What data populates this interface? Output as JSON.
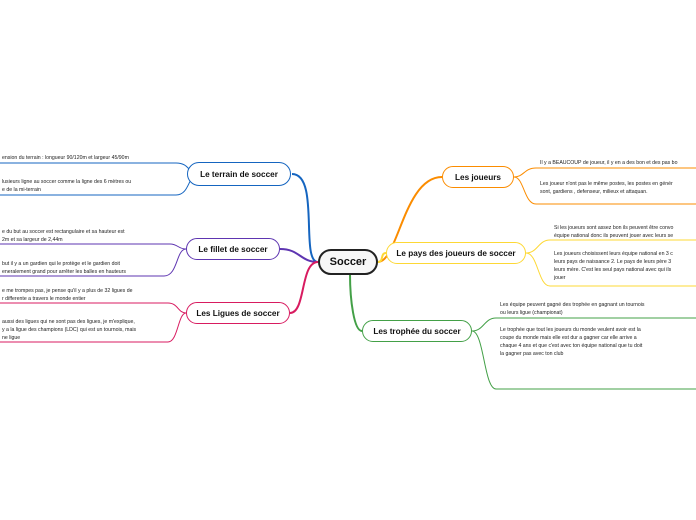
{
  "root": {
    "label": "Soccer"
  },
  "branches": {
    "terrain": {
      "label": "Le terrain de soccer",
      "color": "#1565c0",
      "notes": [
        [
          "ension du terrain : longueur 90/120m et largeur 45/90m"
        ],
        [
          "lusieurs ligne au soccer comme la ligne des 6 mètres ou",
          "e de la mi-terrain"
        ]
      ]
    },
    "filet": {
      "label": "Le fillet de soccer",
      "color": "#5e35b1",
      "notes": [
        [
          "e du but au soccer est rectangulaire et sa hauteur est",
          "2m et sa largeur de 2,44m"
        ],
        [
          "but il y a un gardien qui le protège et le gardien doit",
          "eneralement grand pour arrêter les balles en hauteurs"
        ]
      ]
    },
    "ligues": {
      "label": "Les Ligues de soccer",
      "color": "#d81b60",
      "notes": [
        [
          "e me trompes pas, je pense qu'il y a plus de 32 ligues de",
          "r differente a travers le monde entier"
        ],
        [
          "aussi des ligues qui ne sont pas des ligues, je m'explique,",
          "y a la ligue des champions (LDC) qui est un tournois, mais",
          "ne ligue"
        ]
      ]
    },
    "joueurs": {
      "label": "Les joueurs",
      "color": "#fb8c00",
      "notes": [
        [
          "Il y a BEAUCOUP de joueur, il y en a des bon et des pas bo"
        ],
        [
          "Les joueur n'ont pas le même postes, les postes en génér",
          "sont, gardiens , defenseur, milieux et attaquan."
        ]
      ]
    },
    "pays": {
      "label": "Le pays des joueurs de soccer",
      "color": "#fdd835",
      "notes": [
        [
          "Si les joueurs sont assez bon ils peuvent être convo",
          "équipe national donc ils peuvent jouer avec leurs se"
        ],
        [
          "Les joueurs choisissent leurs équipe national en 3 c",
          "leurs pays de naissance 2. Le pays de leurs père 3",
          "leurs mère. C'est les seul pays national avec qui ils",
          "jouer"
        ]
      ]
    },
    "trophee": {
      "label": "Les trophée du soccer",
      "color": "#43a047",
      "notes": [
        [
          "Les équipe peuvent gagné des trophée en gagnant un tournois",
          "ou leurs ligue (championat)"
        ],
        [
          "Le trophée que tout les joueurs du monde veulent avoir est la",
          "coupe du monde mais elle est dur a gagner car elle arrive a",
          "chaque 4 ans et que c'est avec ton équipe national que tu doit",
          "la gagner pas avec ton club"
        ]
      ]
    }
  }
}
